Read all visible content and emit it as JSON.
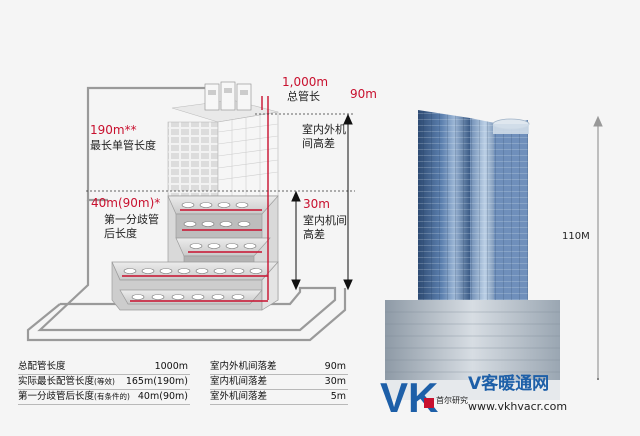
{
  "annotations": {
    "total_pipe_value": "1,000m",
    "total_pipe_label": "总管长",
    "outdoor_indoor_diff_value": "90m",
    "outdoor_indoor_diff_label_1": "室内外机",
    "outdoor_indoor_diff_label_2": "间高差",
    "longest_single_value": "190m**",
    "longest_single_label": "最长单管长度",
    "first_branch_value": "40m(90m)*",
    "first_branch_label_1": "第一分歧管",
    "first_branch_label_2": "后长度",
    "indoor_diff_value": "30m",
    "indoor_diff_label_1": "室内机间",
    "indoor_diff_label_2": "高差",
    "tower_height": "110M"
  },
  "spec_table": {
    "left": [
      {
        "label": "总配管长度",
        "note": "",
        "value": "1000m"
      },
      {
        "label": "实际最长配管长度",
        "note": "(等效)",
        "value": "165m(190m)"
      },
      {
        "label": "第一分歧管后长度",
        "note": "(有条件的)",
        "value": "40m(90m)"
      }
    ],
    "right": [
      {
        "label": "室内外机间落差",
        "value": "90m"
      },
      {
        "label": "室内机间落差",
        "value": "30m"
      },
      {
        "label": "室外机间落差",
        "value": "5m"
      }
    ]
  },
  "watermark": {
    "logo_letters": "VK",
    "brand": "V客暖通网",
    "url": "www.vkhvacr.com",
    "caption": "首尔研究"
  },
  "colors": {
    "accent_red": "#c8102e",
    "logo_blue": "#1d5fa8",
    "pipe_gray": "#9a9a9a"
  }
}
